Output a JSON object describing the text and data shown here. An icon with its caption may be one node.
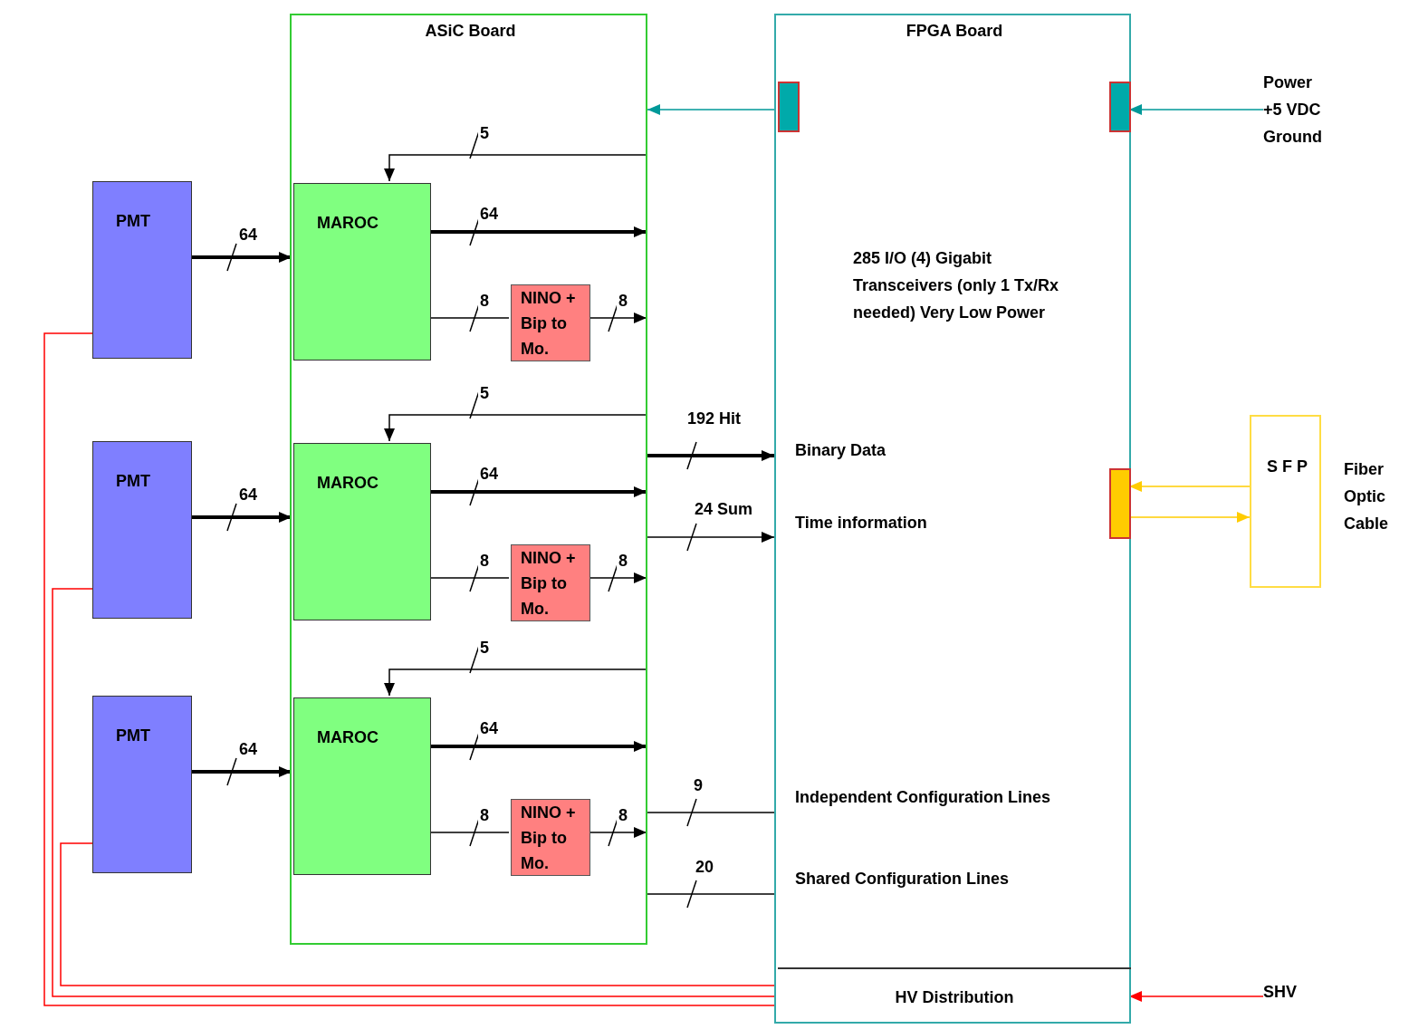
{
  "diagram": {
    "nodes": [
      {
        "text": [
          "ASiC Board"
        ]
      },
      {
        "text": [
          "PMT"
        ]
      },
      {
        "text": [
          "MAROC"
        ],
        "in": 0
      },
      {
        "text": [
          "NINO + Bip to Mo."
        ],
        "in": 0
      },
      {
        "text": [
          "PMT"
        ]
      },
      {
        "text": [
          "MAROC"
        ],
        "in": 0
      },
      {
        "text": [
          "NINO + Bip to Mo."
        ],
        "in": 0
      },
      {
        "text": [
          "PMT"
        ]
      },
      {
        "text": [
          "MAROC"
        ],
        "in": 0
      },
      {
        "text": [
          "NINO + Bip to Mo."
        ],
        "in": 0
      },
      {
        "text": [
          "FPGA Board",
          "285 I/O (4) Gigabit Transceivers (only 1 Tx/Rx needed) Very Low Power"
        ]
      },
      {
        "text": [],
        "shape": "box",
        "in": 10
      },
      {
        "text": [],
        "shape": "box",
        "in": 10
      },
      {
        "text": [],
        "shape": "box",
        "in": 10
      },
      {
        "text": [
          "HV Distribution"
        ],
        "in": 10
      },
      {
        "text": [
          "Power +5 VDC Ground"
        ]
      },
      {
        "text": [
          "S F P"
        ]
      },
      {
        "text": [
          "SHV"
        ]
      }
    ],
    "edges": [
      {
        "from": 11,
        "to": 0,
        "arrow": "to",
        "color": "#009999"
      },
      {
        "from": 15,
        "to": 12,
        "arrow": "to",
        "color": "#009999"
      },
      {
        "from": 16,
        "to": 13,
        "arrow": "to",
        "color": "#ffcc00"
      },
      {
        "from": 13,
        "to": 16,
        "arrow": "to",
        "color": "#ffcc00"
      },
      {
        "from": null,
        "to": 2,
        "arrow": "to",
        "label": "5"
      },
      {
        "from": 1,
        "to": 2,
        "arrow": "to",
        "label": "64",
        "style": "thick"
      },
      {
        "from": 2,
        "to": null,
        "arrow": "to",
        "label": "64",
        "style": "thick"
      },
      {
        "from": 2,
        "to": 3,
        "arrow": "none",
        "label": "8"
      },
      {
        "from": 3,
        "to": null,
        "arrow": "to",
        "label": "8"
      },
      {
        "from": null,
        "to": 5,
        "arrow": "to",
        "label": "5"
      },
      {
        "from": 4,
        "to": 5,
        "arrow": "to",
        "label": "64",
        "style": "thick"
      },
      {
        "from": 5,
        "to": null,
        "arrow": "to",
        "label": "64",
        "style": "thick"
      },
      {
        "from": 5,
        "to": 6,
        "arrow": "none",
        "label": "8"
      },
      {
        "from": 6,
        "to": null,
        "arrow": "to",
        "label": "8"
      },
      {
        "from": null,
        "to": 8,
        "arrow": "to",
        "label": "5"
      },
      {
        "from": 7,
        "to": 8,
        "arrow": "to",
        "label": "64",
        "style": "thick"
      },
      {
        "from": 8,
        "to": null,
        "arrow": "to",
        "label": "64",
        "style": "thick"
      },
      {
        "from": 8,
        "to": 9,
        "arrow": "none",
        "label": "8"
      },
      {
        "from": 9,
        "to": null,
        "arrow": "to",
        "label": "8"
      },
      {
        "from": 0,
        "to": 10,
        "arrow": "to",
        "label": "192 Hit",
        "style": "thick"
      },
      {
        "from": 0,
        "to": 10,
        "arrow": "to",
        "label": "24 Sum"
      },
      {
        "from": 0,
        "to": 10,
        "arrow": "none",
        "label": "9"
      },
      {
        "from": 0,
        "to": 10,
        "arrow": "none",
        "label": "20"
      },
      {
        "from": 1,
        "to": 14,
        "arrow": "none",
        "color": "#ff0000"
      },
      {
        "from": 4,
        "to": 14,
        "arrow": "none",
        "color": "#ff0000"
      },
      {
        "from": 7,
        "to": 14,
        "arrow": "none",
        "color": "#ff0000"
      },
      {
        "from": 17,
        "to": 14,
        "arrow": "to",
        "color": "#ff0000"
      }
    ],
    "labels": [
      "Binary Data",
      "Time information",
      "Independent Configuration Lines",
      "Shared Configuration Lines",
      "Fiber Optic Cable"
    ]
  }
}
